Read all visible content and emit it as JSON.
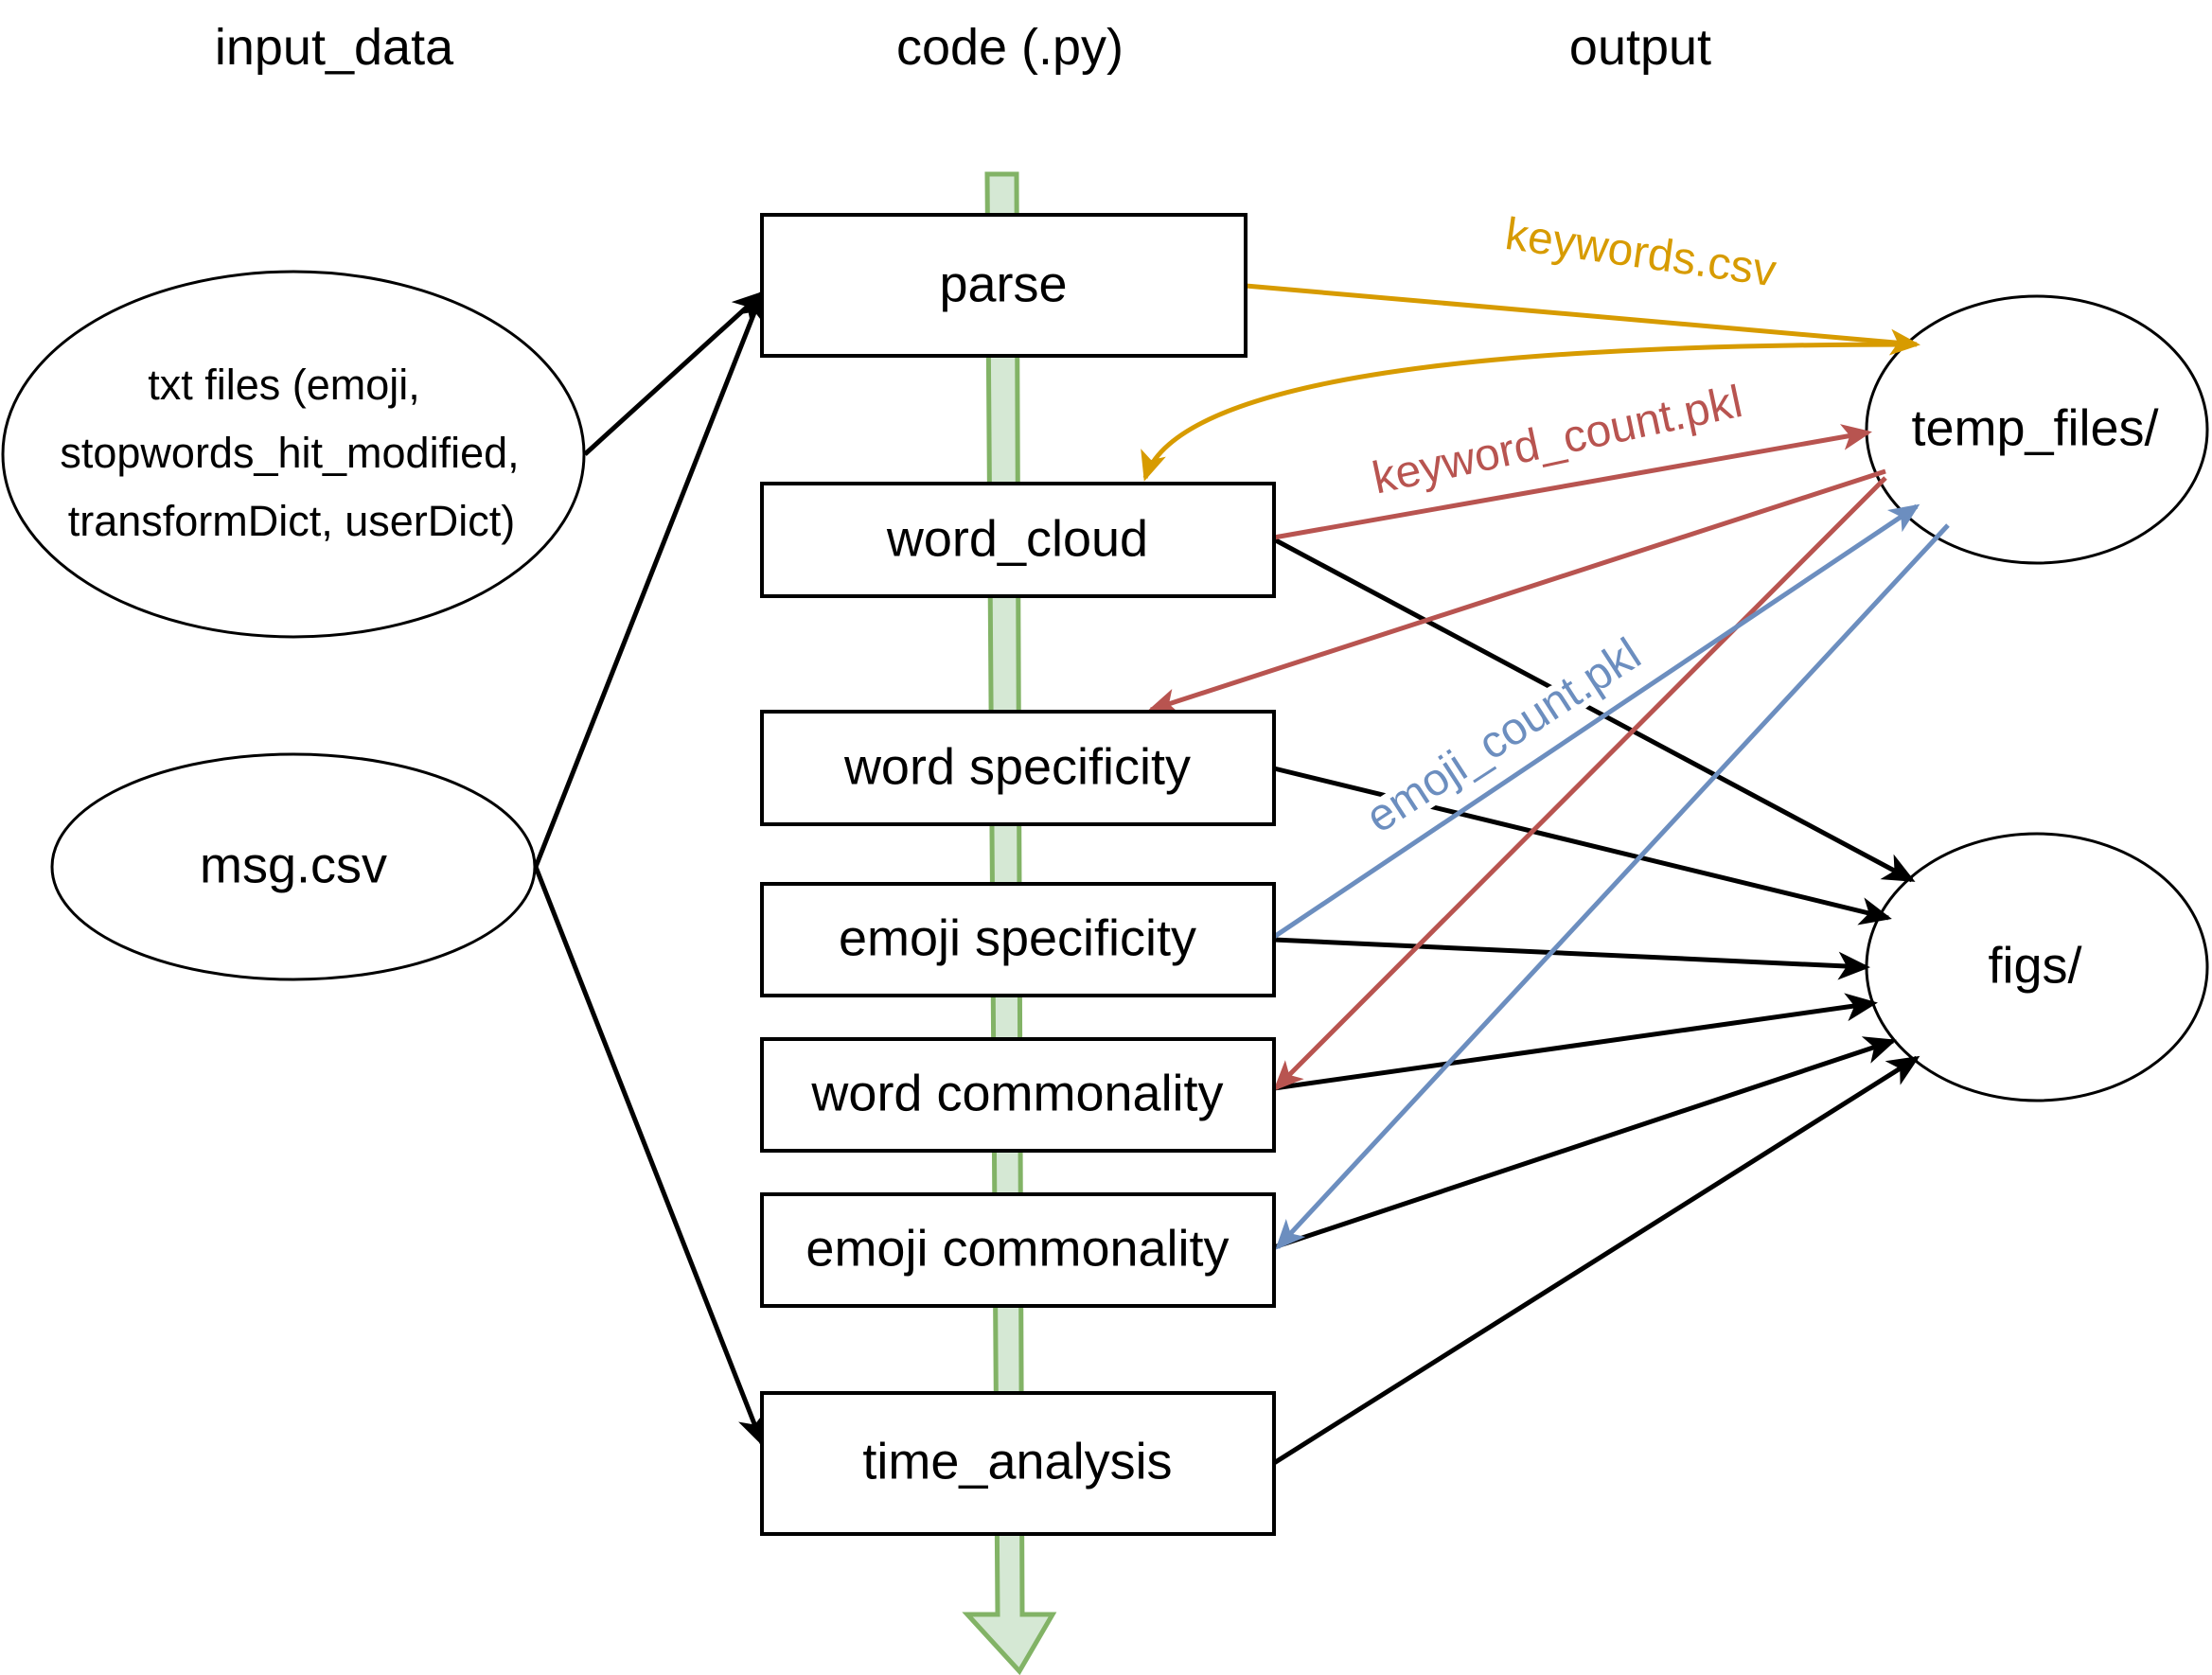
{
  "headers": {
    "input": "input_data",
    "code": "code (.py)",
    "output": "output"
  },
  "inputs": {
    "txt_files": [
      "txt files (emoji,",
      "stopwords_hit_modified,",
      "transformDict, userDict)"
    ],
    "msg": "msg.csv"
  },
  "code_steps": [
    {
      "id": "parse",
      "label": "parse"
    },
    {
      "id": "word_cloud",
      "label": "word_cloud"
    },
    {
      "id": "word_specificity",
      "label": "word specificity"
    },
    {
      "id": "emoji_specificity",
      "label": "emoji specificity"
    },
    {
      "id": "word_commonality",
      "label": "word commonality"
    },
    {
      "id": "emoji_commonality",
      "label": "emoji commonality"
    },
    {
      "id": "time_analysis",
      "label": "time_analysis"
    }
  ],
  "outputs": {
    "temp_files": "temp_files/",
    "figs": "figs/"
  },
  "edge_labels": {
    "keywords": "keywords.csv",
    "keyword_count": "keyword_count.pkl",
    "emoji_count": "emoji_count.pkl"
  },
  "colors": {
    "black": "#000000",
    "orange": "#d79b00",
    "red": "#b85450",
    "blue": "#6c8ebf",
    "green_stroke": "#82b366",
    "green_fill": "#d5e8d4"
  }
}
